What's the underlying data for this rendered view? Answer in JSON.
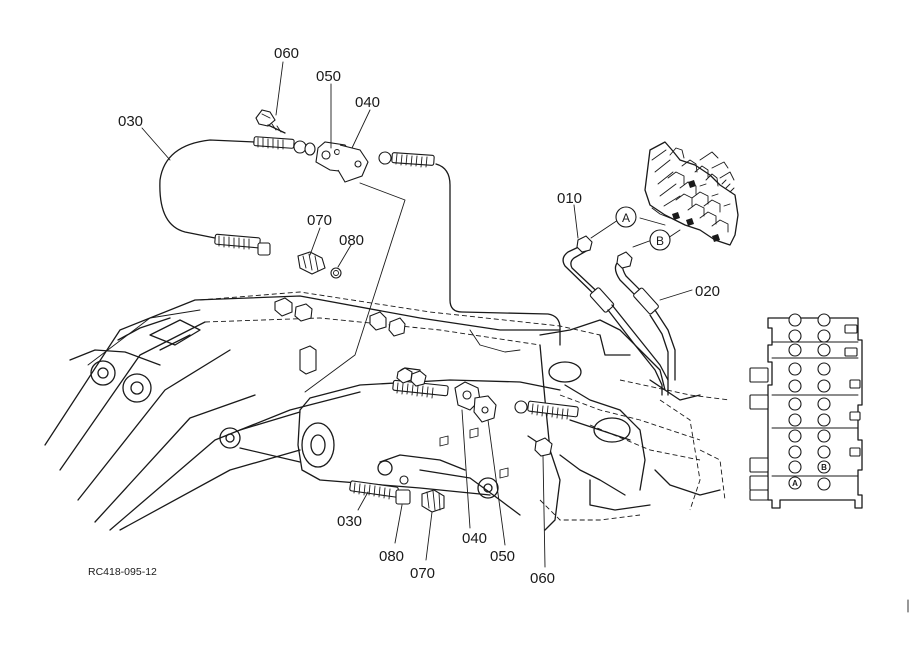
{
  "labels": {
    "p060_top": "060",
    "p050_top": "050",
    "p040_top": "040",
    "p030_top": "030",
    "p070_top": "070",
    "p080_top": "080",
    "p010": "010",
    "p020": "020",
    "p030_bot": "030",
    "p080_bot": "080",
    "p070_bot": "070",
    "p040_bot": "040",
    "p050_bot": "050",
    "p060_bot": "060"
  },
  "markers": {
    "a": "A",
    "b": "B",
    "inset_a": "A",
    "inset_b": "B"
  },
  "reference_code": "RC418-095-12"
}
